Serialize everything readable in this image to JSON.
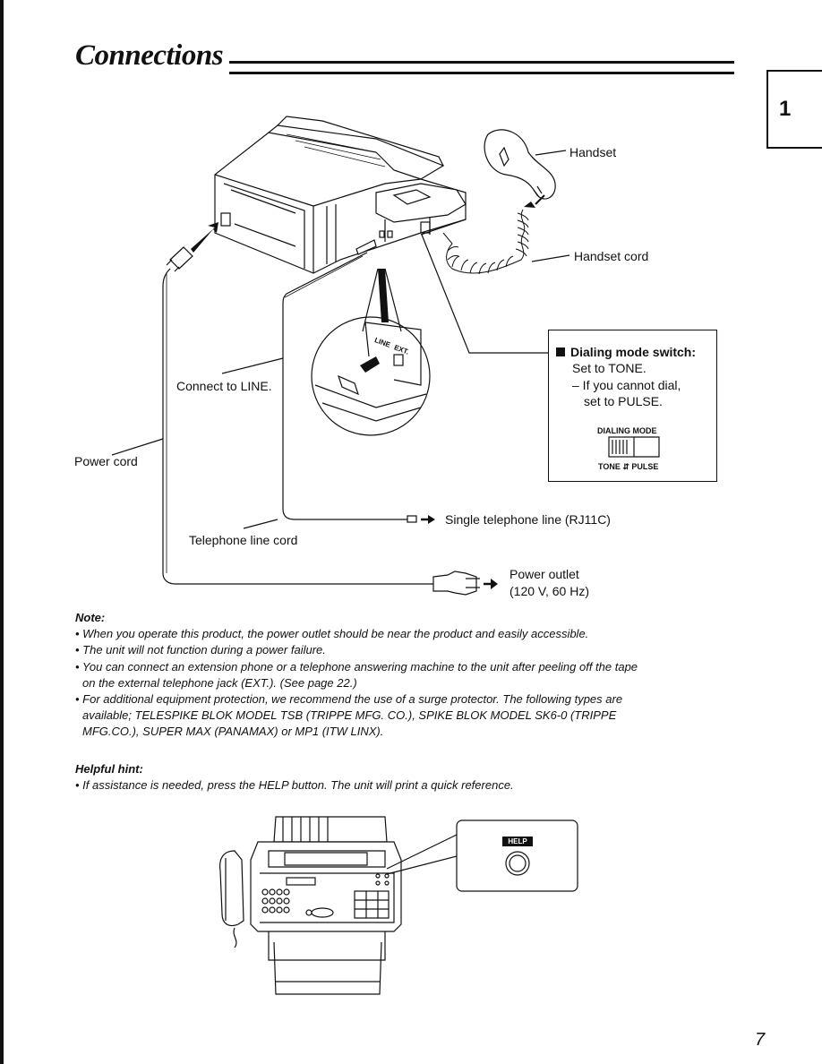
{
  "header": {
    "title": "Connections",
    "section_number": "1"
  },
  "diagram": {
    "labels": {
      "handset": "Handset",
      "handset_cord": "Handset cord",
      "connect_to_line": "Connect to LINE.",
      "power_cord": "Power cord",
      "telephone_line_cord": "Telephone line cord",
      "single_line": "Single telephone line (RJ11C)",
      "power_outlet": "Power outlet",
      "power_outlet_spec": "(120 V, 60 Hz)",
      "jack_label_line": "LINE",
      "jack_label_ext": "EXT."
    },
    "dialing_switch": {
      "title": "Dialing mode switch:",
      "line1": "Set to TONE.",
      "line2": "– If you cannot dial,",
      "line3": "set to PULSE.",
      "caption": "DIALING MODE",
      "positions": "TONE ⇵ PULSE"
    }
  },
  "note": {
    "heading": "Note:",
    "items": [
      "• When you operate this product, the power outlet should be near the product and easily accessible.",
      "• The unit will not function during a power failure.",
      "• You can connect an extension phone or a telephone answering machine to the unit after peeling off the tape",
      "on the external telephone jack (EXT.). (See page 22.)",
      "• For additional equipment protection, we recommend the use of a surge protector. The following types are",
      "available; TELESPIKE BLOK MODEL TSB (TRIPPE MFG. CO.), SPIKE BLOK MODEL SK6-0 (TRIPPE",
      "MFG.CO.), SUPER MAX (PANAMAX) or MP1 (ITW LINX)."
    ]
  },
  "hint": {
    "heading": "Helpful hint:",
    "text": "• If assistance is needed, press the HELP button. The unit will print a quick reference.",
    "help_key": "HELP"
  },
  "page_number": "7"
}
